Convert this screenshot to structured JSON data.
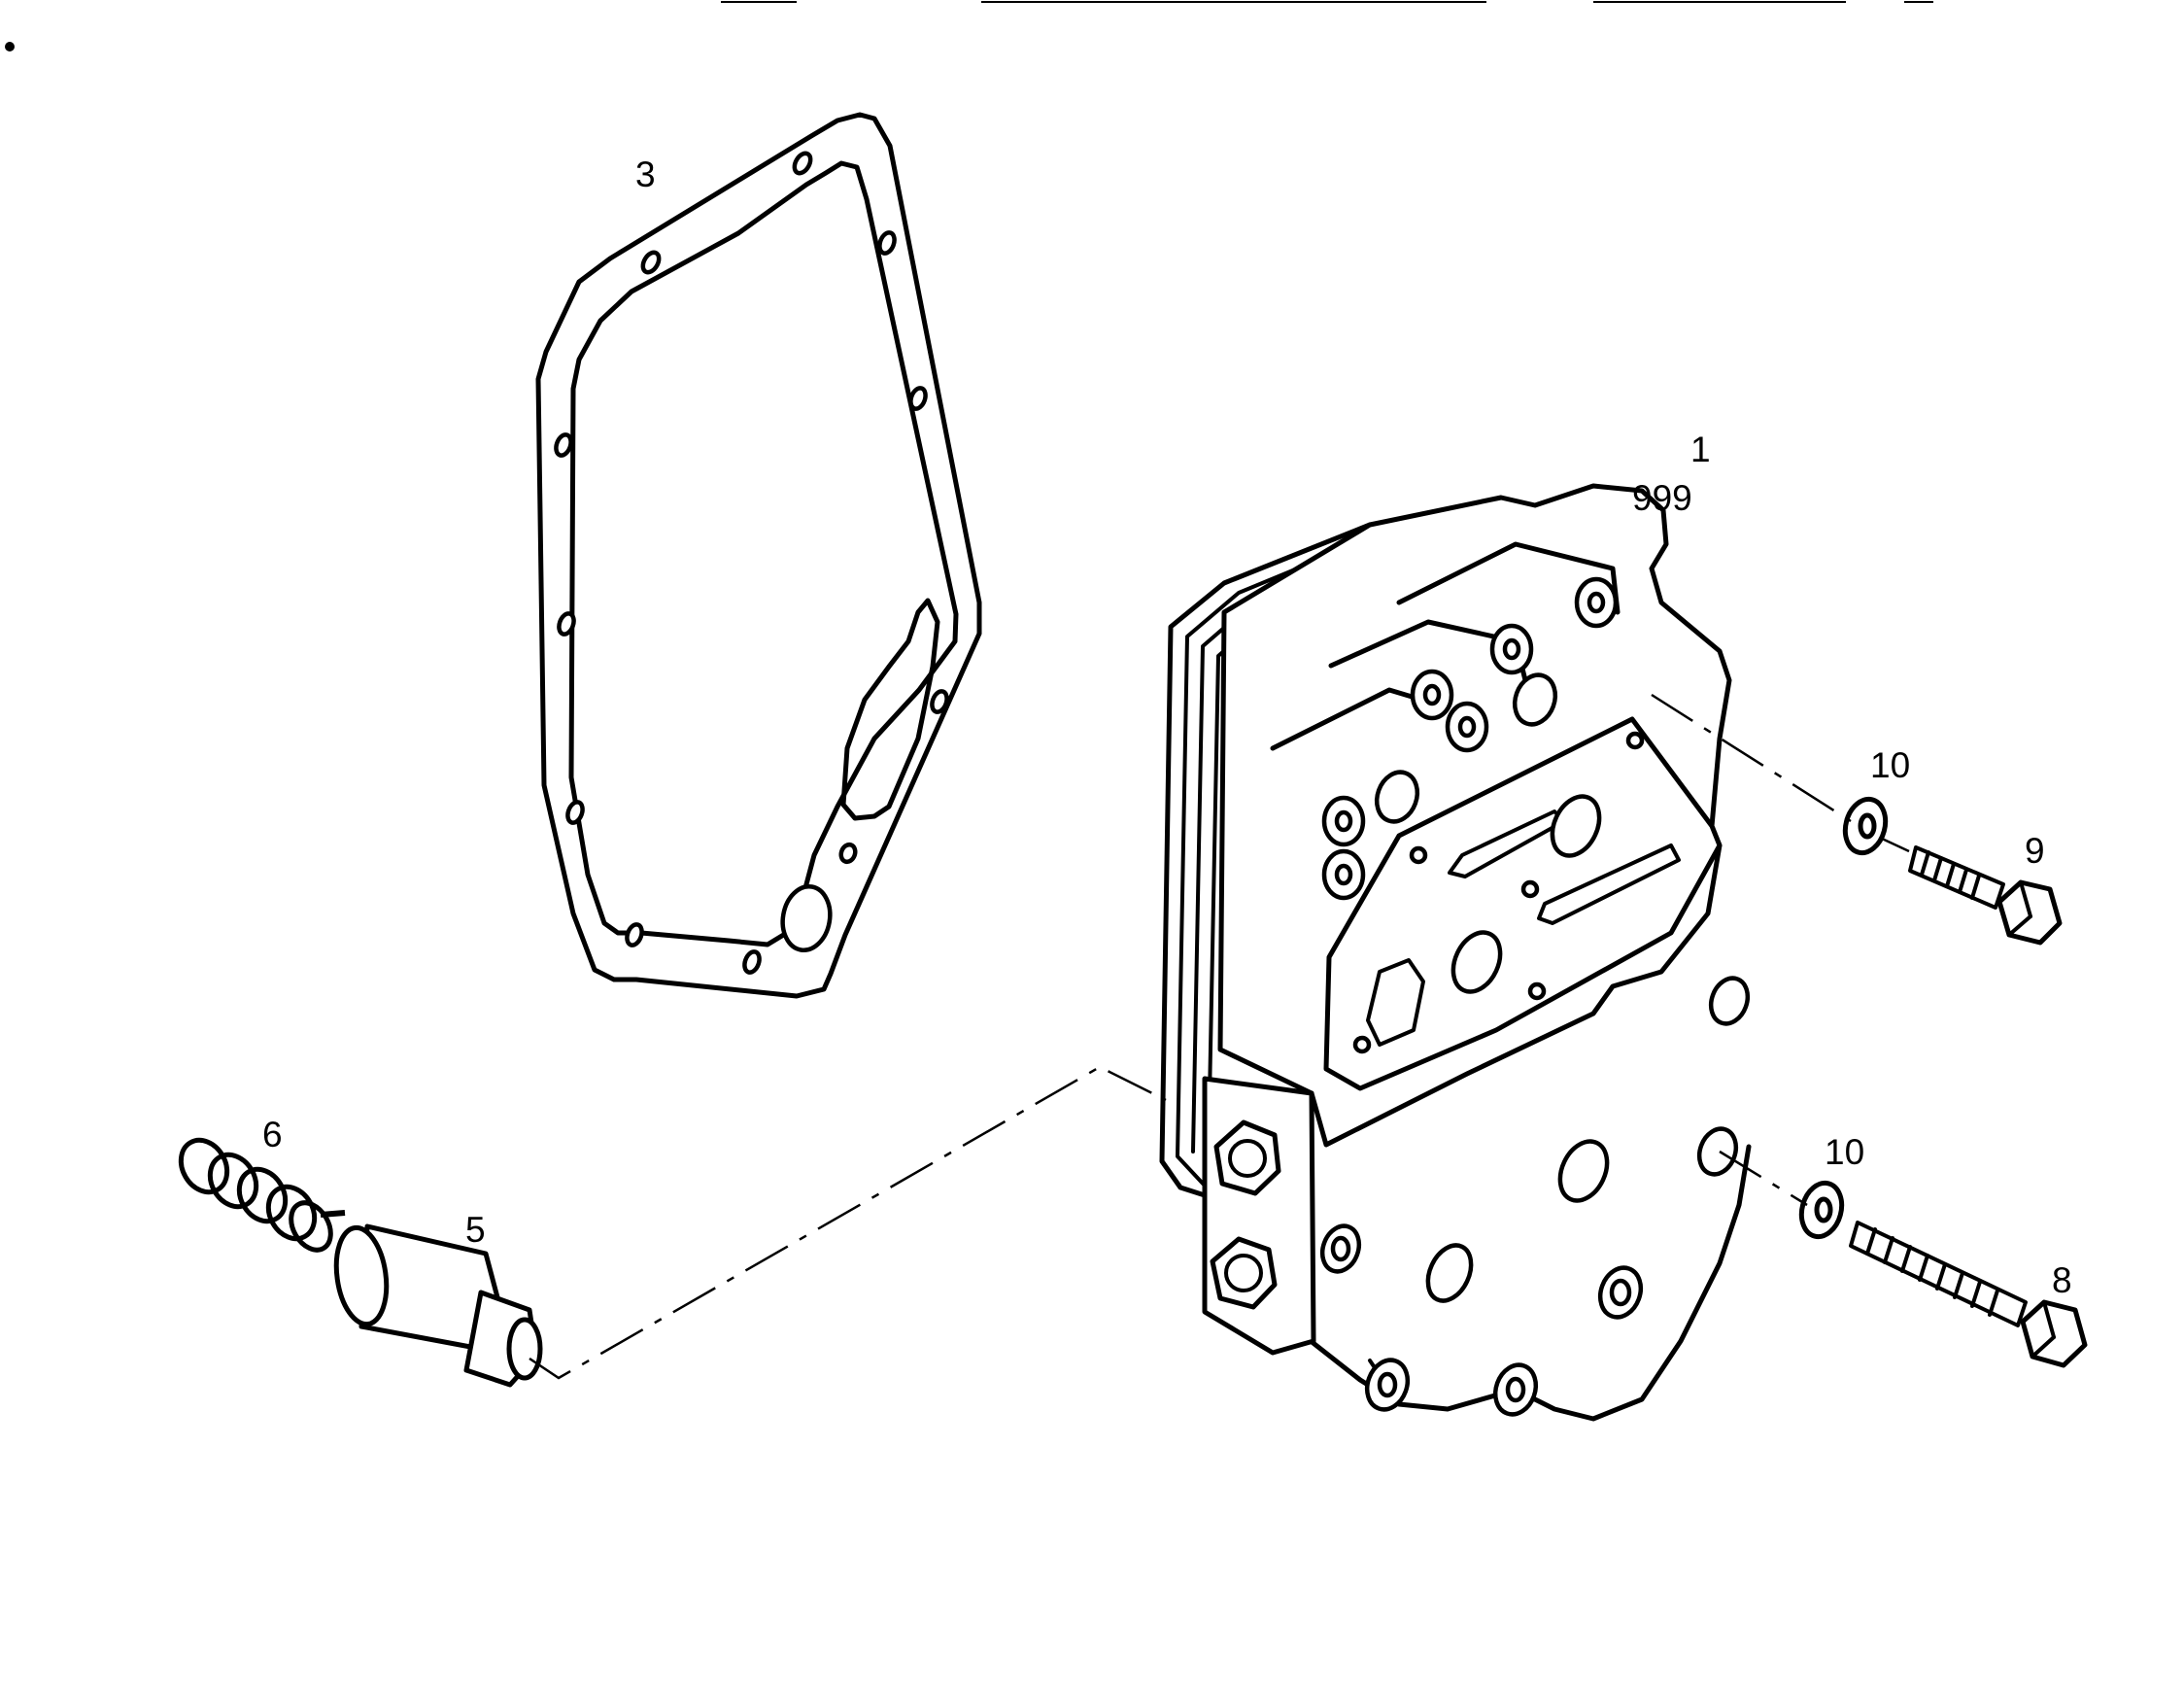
{
  "callouts": {
    "housing": "1",
    "housing_sub": "999",
    "gasket": "3",
    "piston": "5",
    "spring": "6",
    "bolt_long": "8",
    "bolt_short": "9",
    "washer_upper": "10",
    "washer_lower": "10"
  },
  "colors": {
    "line": "#000000",
    "background": "#ffffff"
  }
}
